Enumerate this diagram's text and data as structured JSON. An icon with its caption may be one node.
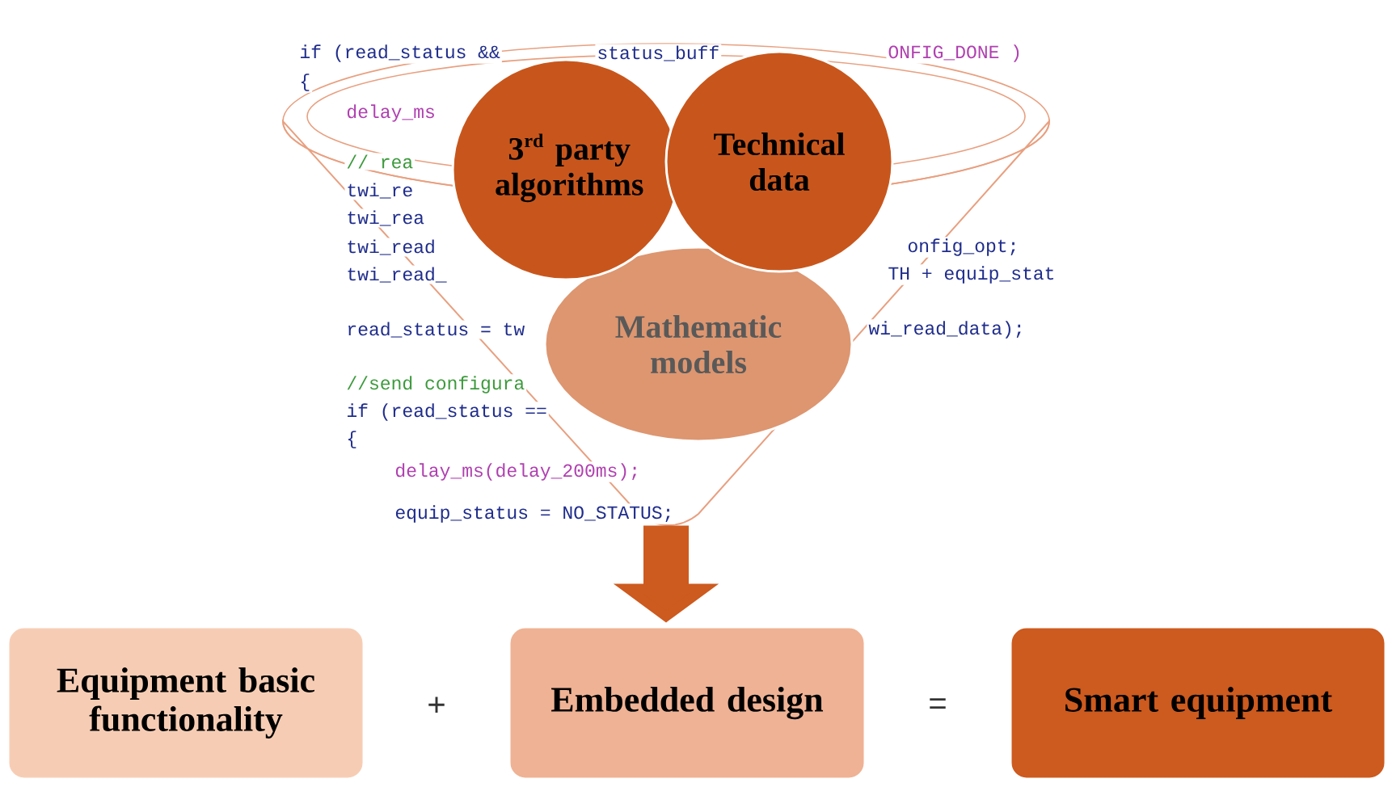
{
  "diagram": {
    "nodes": [
      {
        "text": [],
        "shape": "funnel"
      },
      {
        "text": [
          "\\begin{array}{c}\\mbox{\\bfseries 3}^{\\mbox{\\fontsize{12}{12}\\selectfont\\bfseries rd}}\\mbox{\\bfseries\\ party}\\\\\\mbox{\\bfseries algorithms}\\end{array}"
        ]
      },
      {
        "text": [
          "Technical data"
        ]
      },
      {
        "text": [
          "Mathematic models"
        ],
        "in": 0
      },
      {
        "text": [
          "Equipment basic functionality"
        ]
      },
      {
        "text": [
          "Embedded design"
        ]
      },
      {
        "text": [
          "Smart equipment"
        ]
      }
    ],
    "edges": [
      {
        "from": 0,
        "to": 5,
        "arrow": "to"
      }
    ],
    "labels": [
      "if (read_status &&",
      "status_buff",
      "ONFIG_DONE )",
      "{",
      "delay_ms",
      "// rea",
      "twi_re",
      "twi_rea",
      "twi_read",
      "onfig_opt;",
      "twi_read_",
      "TH + equip_stat",
      "read_status = tw",
      "wi_read_data);",
      "//send configura",
      "if (read_status ==",
      "{",
      "delay_ms(delay_200ms);",
      "equip_status = NO_STATUS;",
      "+",
      "="
    ]
  }
}
